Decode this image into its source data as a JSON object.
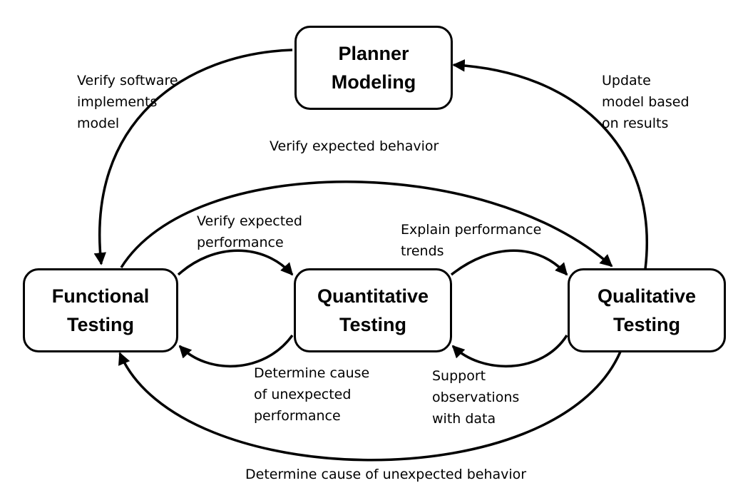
{
  "nodes": {
    "planner": {
      "line1": "Planner",
      "line2": "Modeling"
    },
    "functional": {
      "line1": "Functional",
      "line2": "Testing"
    },
    "quantitative": {
      "line1": "Quantitative",
      "line2": "Testing"
    },
    "qualitative": {
      "line1": "Qualitative",
      "line2": "Testing"
    }
  },
  "edges": {
    "verify_software": "Verify software\nimplements\nmodel",
    "update_model": "Update\nmodel based\non results",
    "verify_behavior": "Verify expected behavior",
    "verify_performance": "Verify expected\nperformance",
    "explain_trends": "Explain performance\ntrends",
    "determine_performance": "Determine cause\nof unexpected\nperformance",
    "support_observations": "Support\nobservations\nwith data",
    "determine_behavior": "Determine cause of unexpected behavior"
  }
}
